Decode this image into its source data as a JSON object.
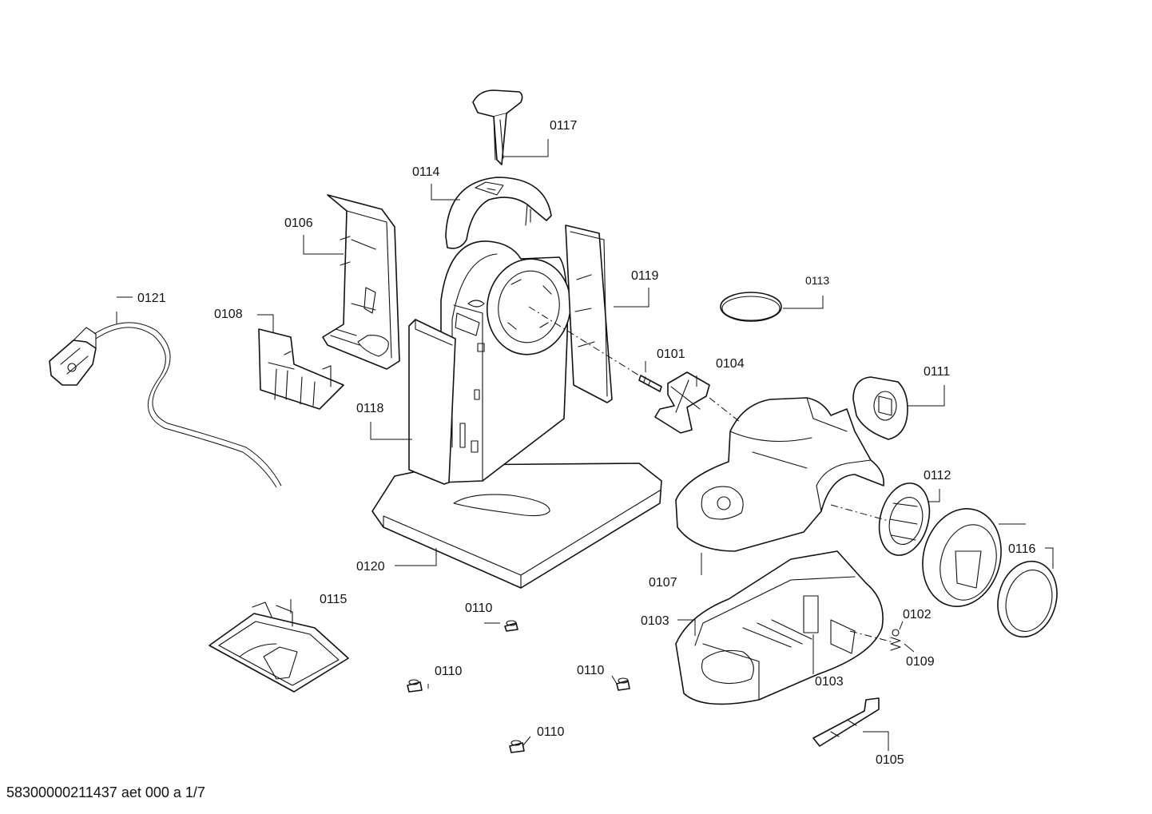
{
  "footer": "58300000211437 aet 000 a 1/7",
  "labels": {
    "p0117": "0117",
    "p0114": "0114",
    "p0106": "0106",
    "p0119": "0119",
    "p0113": "0113",
    "p0121": "0121",
    "p0108": "0108",
    "p0101": "0101",
    "p0104": "0104",
    "p0111": "0111",
    "p0118": "0118",
    "p0112": "0112",
    "p0116": "0116",
    "p0120": "0120",
    "p0107": "0107",
    "p0115": "0115",
    "p0110a": "0110",
    "p0103a": "0103",
    "p0102": "0102",
    "p0109": "0109",
    "p0110b": "0110",
    "p0110c": "0110",
    "p0103b": "0103",
    "p0110d": "0110",
    "p0105": "0105"
  }
}
